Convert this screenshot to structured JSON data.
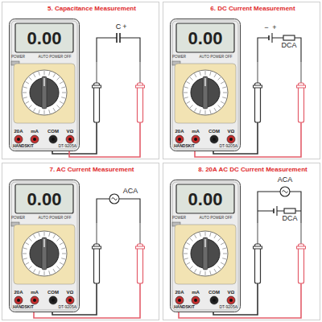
{
  "diagram": {
    "nodes": [
      {
        "text": [
          "5. Capacitance Measurement"
        ]
      },
      {
        "text": [
          "0.00",
          "POWER",
          "AUTO POWER OFF",
          "20A",
          "mA",
          "COM",
          "VΩ",
          "HANDSKIT",
          "DT-9205A"
        ],
        "in": 0
      },
      {
        "text": [
          "6. DC Current Measurement"
        ]
      },
      {
        "text": [
          "0.00",
          "POWER",
          "AUTO POWER OFF",
          "20A",
          "mA",
          "COM",
          "VΩ",
          "HANDSKIT",
          "DT-9205A"
        ],
        "in": 2
      },
      {
        "text": [
          "7. AC Current Measurement"
        ]
      },
      {
        "text": [
          "0.00",
          "POWER",
          "AUTO POWER OFF",
          "20A",
          "mA",
          "COM",
          "VΩ",
          "HANDSKIT",
          "DT-9205A"
        ],
        "in": 4
      },
      {
        "text": [
          "8. 20A AC DC Current Measurement"
        ]
      },
      {
        "text": [
          "0.00",
          "POWER",
          "AUTO POWER OFF",
          "20A",
          "mA",
          "COM",
          "VΩ",
          "HANDSKIT",
          "DT-9205A"
        ],
        "in": 6
      }
    ],
    "labels": [
      "C",
      "+",
      "−",
      "+",
      "DCA",
      "ACA",
      "ACA",
      "DCA"
    ]
  }
}
